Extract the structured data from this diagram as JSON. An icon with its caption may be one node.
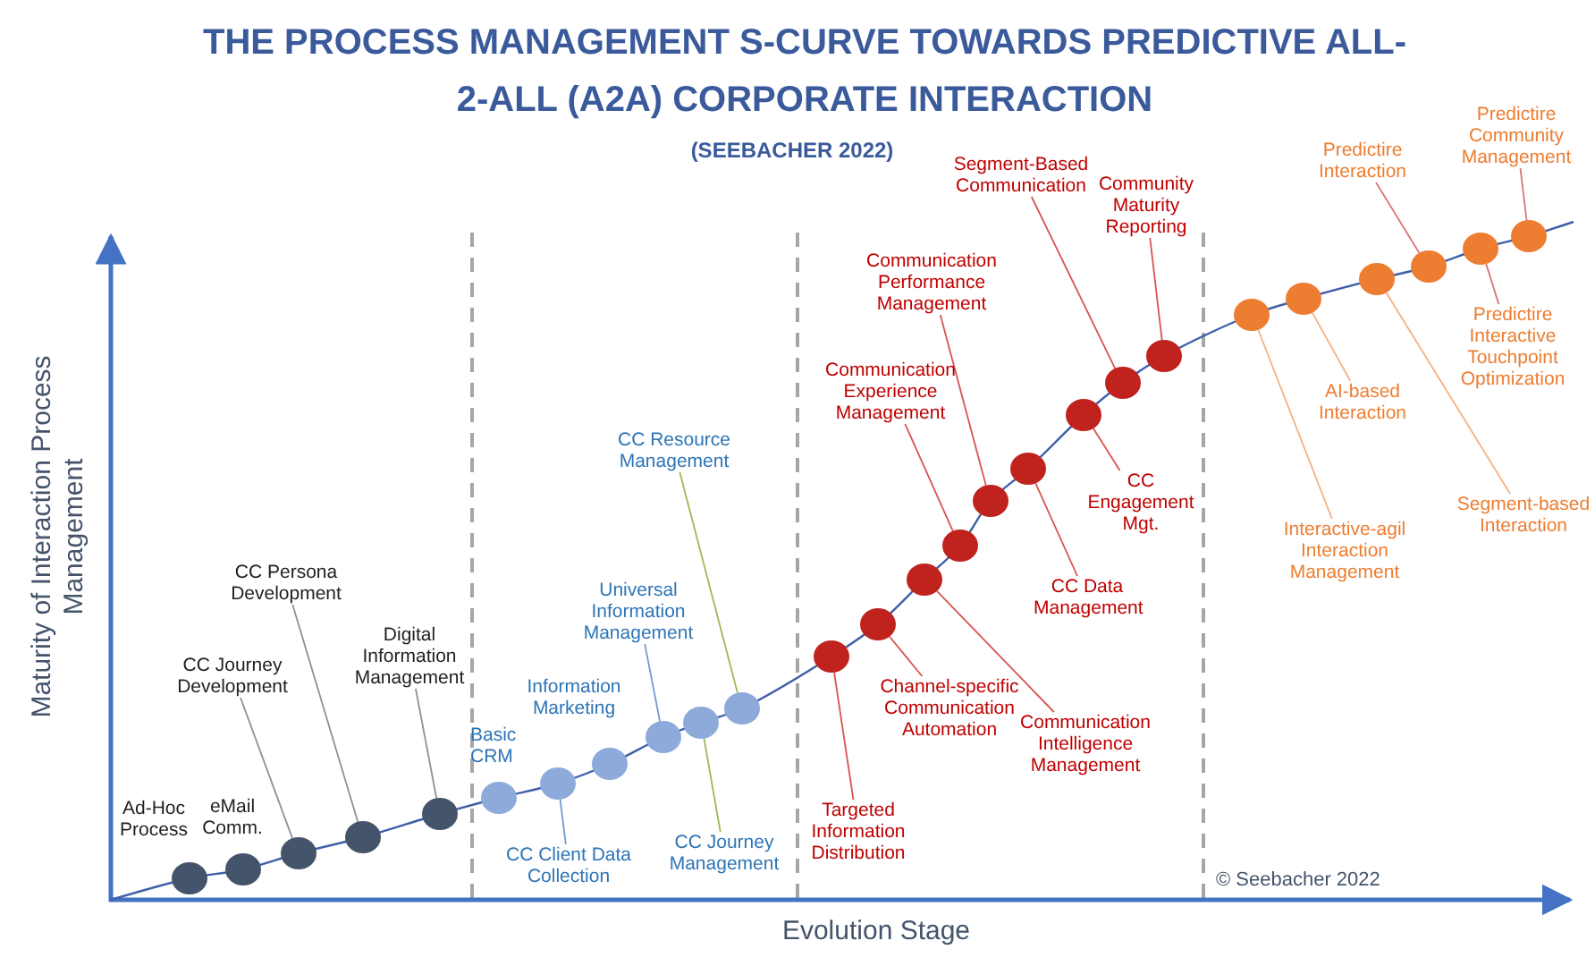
{
  "diagram": {
    "title": "THE PROCESS MANAGEMENT S-CURVE TOWARDS PREDICTIVE ALL-2-ALL (A2A) CORPORATE INTERACTION",
    "nodes": [
      {
        "text": [],
        "shape": "circle"
      },
      {
        "text": [],
        "shape": "circle"
      },
      {
        "text": [],
        "shape": "circle"
      },
      {
        "text": [],
        "shape": "circle"
      },
      {
        "text": [],
        "shape": "circle"
      },
      {
        "text": [
          "CC Journey Development"
        ]
      },
      {
        "text": [
          "CC Persona Development"
        ]
      },
      {
        "text": [
          "Digital Information Management"
        ]
      },
      {
        "text": [],
        "shape": "circle"
      },
      {
        "text": [],
        "shape": "circle"
      },
      {
        "text": [],
        "shape": "circle"
      },
      {
        "text": [],
        "shape": "circle"
      },
      {
        "text": [],
        "shape": "circle"
      },
      {
        "text": [],
        "shape": "circle"
      },
      {
        "text": [
          "CC Client Data Collection"
        ]
      },
      {
        "text": [
          "Universal Information Management"
        ]
      },
      {
        "text": [
          "CC Resource Management"
        ]
      },
      {
        "text": [
          "CC Journey Management"
        ]
      },
      {
        "text": [],
        "shape": "circle"
      },
      {
        "text": [],
        "shape": "circle"
      },
      {
        "text": [],
        "shape": "circle"
      },
      {
        "text": [],
        "shape": "circle"
      },
      {
        "text": [],
        "shape": "circle"
      },
      {
        "text": [],
        "shape": "circle"
      },
      {
        "text": [],
        "shape": "circle"
      },
      {
        "text": [],
        "shape": "circle"
      },
      {
        "text": [],
        "shape": "circle"
      },
      {
        "text": [
          "Targeted Information Distribution"
        ]
      },
      {
        "text": [
          "Channel-specific Communication Automation"
        ]
      },
      {
        "text": [
          "Communication Intelligence Management"
        ]
      },
      {
        "text": [
          "Communication Experience Management"
        ]
      },
      {
        "text": [
          "Communication Performance Management"
        ]
      },
      {
        "text": [
          "CC Data Management"
        ]
      },
      {
        "text": [
          "CC Engagement Mgt."
        ]
      },
      {
        "text": [
          "Segment-Based Communication"
        ]
      },
      {
        "text": [
          "Community Maturity Reporting"
        ]
      },
      {
        "text": [],
        "shape": "circle"
      },
      {
        "text": [],
        "shape": "circle"
      },
      {
        "text": [],
        "shape": "circle"
      },
      {
        "text": [],
        "shape": "circle"
      },
      {
        "text": [],
        "shape": "circle"
      },
      {
        "text": [],
        "shape": "circle"
      },
      {
        "text": [
          "Interactive-agil Interaction Management"
        ]
      },
      {
        "text": [
          "AI-based Interaction"
        ]
      },
      {
        "text": [
          "Segment-based Interaction"
        ]
      },
      {
        "text": [
          "Predictire Interaction"
        ]
      },
      {
        "text": [
          "Predictire Interactive Touchpoint Optimization"
        ]
      },
      {
        "text": [
          "Predictire Community Management"
        ]
      }
    ],
    "edges": [
      {
        "from": 5,
        "to": 2,
        "arrow": "none",
        "color": "#8c9099"
      },
      {
        "from": 6,
        "to": 3,
        "arrow": "none",
        "color": "#8c9099"
      },
      {
        "from": 7,
        "to": 4,
        "arrow": "none",
        "color": "#8c9099"
      },
      {
        "from": 14,
        "to": 9,
        "arrow": "none",
        "color": "#6f9bd1"
      },
      {
        "from": 15,
        "to": 11,
        "arrow": "none",
        "color": "#6f9bd1"
      },
      {
        "from": 16,
        "to": 13,
        "arrow": "none",
        "color": "#9bbb59"
      },
      {
        "from": 17,
        "to": 12,
        "arrow": "none",
        "color": "#9bbb59"
      },
      {
        "from": 27,
        "to": 18,
        "arrow": "none"
      },
      {
        "from": 28,
        "to": 19,
        "arrow": "none"
      },
      {
        "from": 29,
        "to": 20,
        "arrow": "none"
      },
      {
        "from": 30,
        "to": 21,
        "arrow": "none"
      },
      {
        "from": 31,
        "to": 22,
        "arrow": "none"
      },
      {
        "from": 32,
        "to": 23,
        "arrow": "none"
      },
      {
        "from": 33,
        "to": 24,
        "arrow": "none"
      },
      {
        "from": 34,
        "to": 25,
        "arrow": "none"
      },
      {
        "from": 35,
        "to": 26,
        "arrow": "none"
      },
      {
        "from": 42,
        "to": 36,
        "arrow": "none",
        "color": "#f4b183"
      },
      {
        "from": 43,
        "to": 37,
        "arrow": "none",
        "color": "#f4b183"
      },
      {
        "from": 44,
        "to": 38,
        "arrow": "none",
        "color": "#f4b183"
      },
      {
        "from": 45,
        "to": 39,
        "arrow": "none",
        "color": "#d9737a"
      },
      {
        "from": 46,
        "to": 40,
        "arrow": "none",
        "color": "#d9737a"
      },
      {
        "from": 47,
        "to": 41,
        "arrow": "none",
        "color": "#d9737a"
      }
    ],
    "labels": [
      "(SEEBACHER 2022)",
      "Ad-Hoc Process",
      "eMail Comm.",
      "Basic CRM",
      "Information Marketing",
      "Maturity of Interaction Process Management",
      "Evolution Stage",
      "© Seebacher 2022"
    ]
  }
}
